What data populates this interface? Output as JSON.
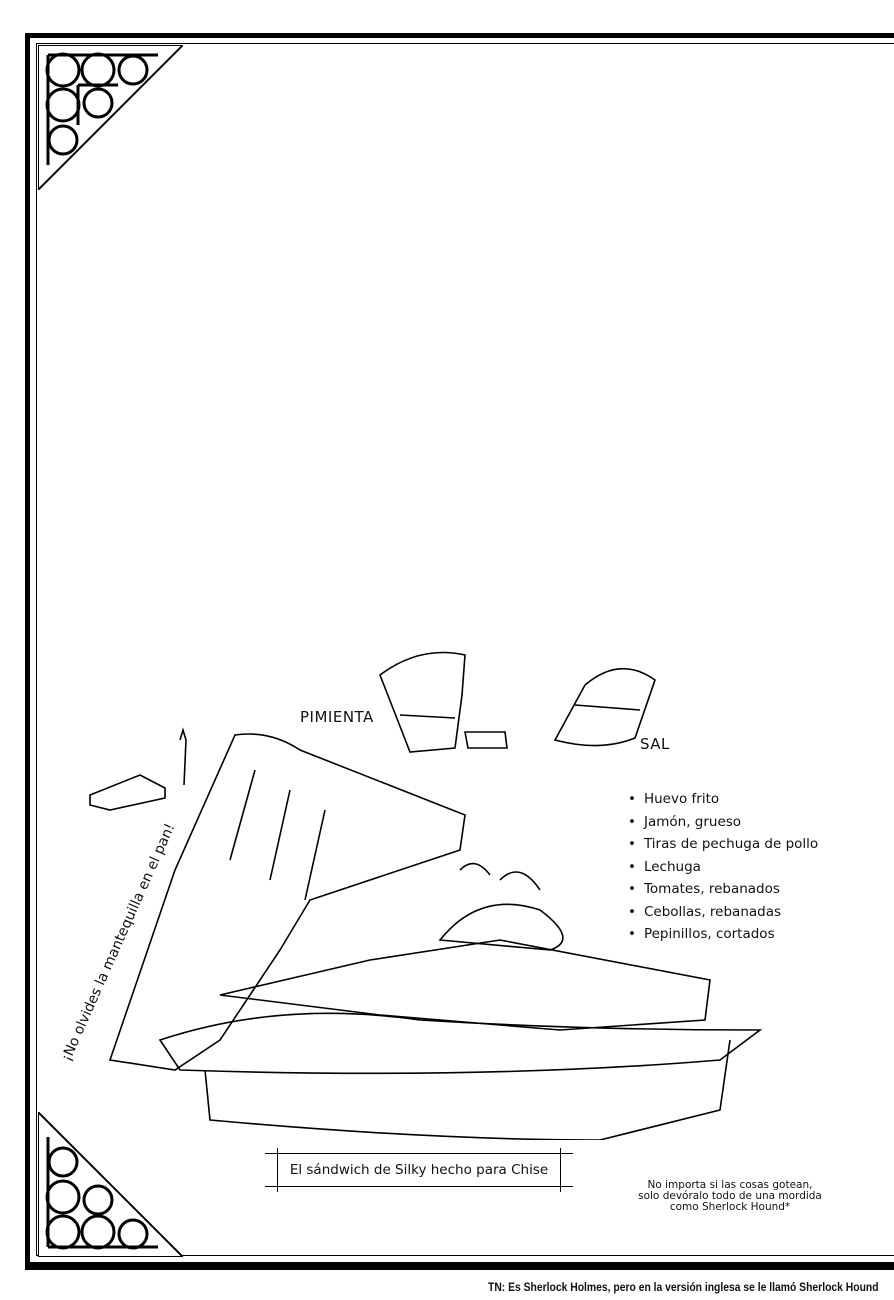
{
  "labels": {
    "pepper": "PIMIENTA",
    "salt": "SAL"
  },
  "butter_note": "¡No olvides la mantequilla en el pan!",
  "ingredients": [
    "Huevo frito",
    "Jamón, grueso",
    "Tiras de pechuga de pollo",
    "Lechuga",
    "Tomates, rebanados",
    "Cebollas, rebanadas",
    "Pepinillos, cortados"
  ],
  "caption": "El sándwich de Silky hecho para Chise",
  "note_lines": [
    "No importa si las cosas gotean,",
    "solo devóralo todo de una mordida",
    "como Sherlock Hound*"
  ],
  "translator_note": "TN: Es Sherlock Holmes, pero en la versión inglesa se le llamó Sherlock Hound"
}
